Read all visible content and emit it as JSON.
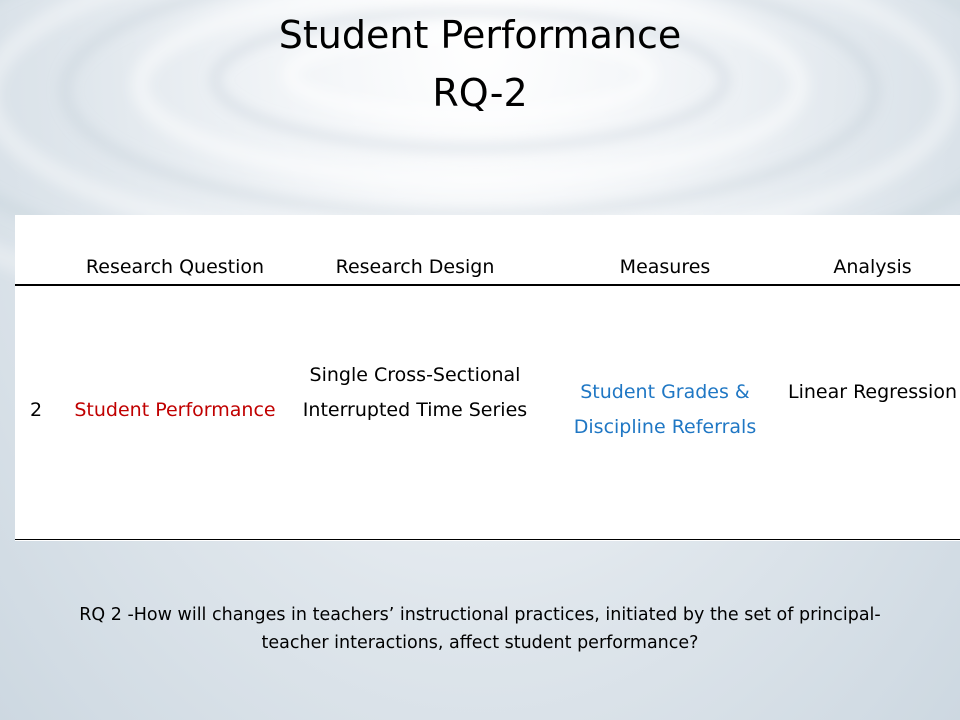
{
  "slide": {
    "title_line1": "Student Performance",
    "title_line2": "RQ-2"
  },
  "table": {
    "headers": [
      "Research Question",
      "Research Design",
      "Measures",
      "Analysis"
    ],
    "rows": [
      {
        "number": "2",
        "research_question": "Student Performance",
        "research_design": "Single Cross-Sectional Interrupted Time Series",
        "measures": "Student Grades & Discipline Referrals",
        "analysis": "Linear Regression"
      }
    ]
  },
  "caption": "RQ 2 -How will changes in teachers’ instructional practices, initiated by the set of principal-teacher interactions, affect student performance?",
  "colors": {
    "research_question_text": "#c00000",
    "measures_text": "#1f77c4"
  }
}
